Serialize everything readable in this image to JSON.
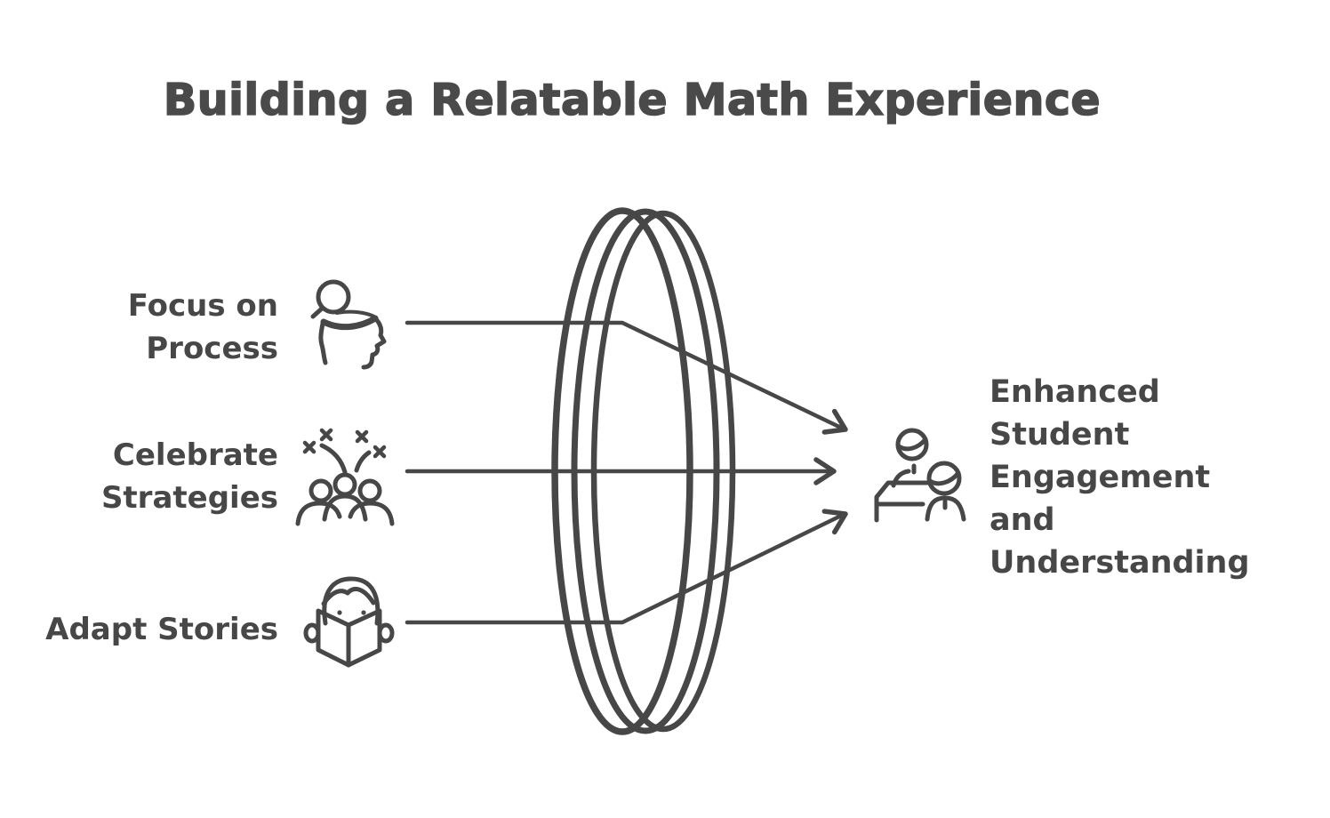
{
  "title": "Building a Relatable Math Experience",
  "colors": {
    "stroke": "#474747",
    "text": "#4a4a4a",
    "background": "#ffffff"
  },
  "inputs": [
    {
      "label": "Focus on\nProcess",
      "icon": "head-magnifier-icon"
    },
    {
      "label": "Celebrate\nStrategies",
      "icon": "celebration-crowd-icon"
    },
    {
      "label": "Adapt Stories",
      "icon": "reading-book-icon"
    }
  ],
  "lens": {
    "icon": "lens-icon",
    "description": "three overlapping ellipses forming a lens that focuses the three input rays"
  },
  "output": {
    "label": "Enhanced\nStudent\nEngagement\nand\nUnderstanding",
    "icon": "students-at-desk-icon"
  }
}
